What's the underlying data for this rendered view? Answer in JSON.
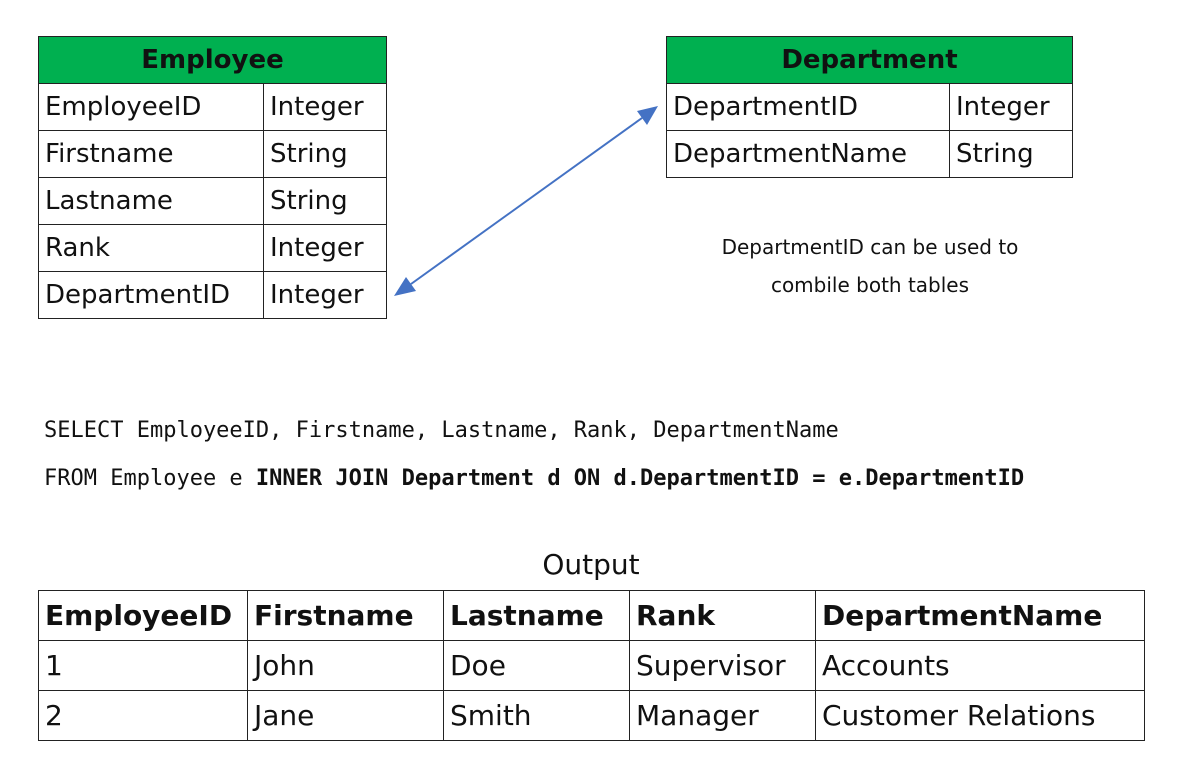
{
  "employee_table": {
    "title": "Employee",
    "rows": [
      {
        "field": "EmployeeID",
        "type": "Integer"
      },
      {
        "field": "Firstname",
        "type": "String"
      },
      {
        "field": "Lastname",
        "type": "String"
      },
      {
        "field": "Rank",
        "type": "Integer"
      },
      {
        "field": "DepartmentID",
        "type": "Integer"
      }
    ]
  },
  "department_table": {
    "title": "Department",
    "rows": [
      {
        "field": "DepartmentID",
        "type": "Integer"
      },
      {
        "field": "DepartmentName",
        "type": "String"
      }
    ]
  },
  "note": {
    "line1": "DepartmentID can be used to",
    "line2": "combile both tables"
  },
  "sql": {
    "line1": "SELECT EmployeeID, Firstname, Lastname, Rank, DepartmentName",
    "line2_plain": "FROM Employee e ",
    "line2_bold": "INNER JOIN Department d ON d.DepartmentID = e.DepartmentID"
  },
  "output": {
    "title": "Output",
    "headers": [
      "EmployeeID",
      "Firstname",
      "Lastname",
      "Rank",
      "DepartmentName"
    ],
    "rows": [
      [
        "1",
        "John",
        "Doe",
        "Supervisor",
        "Accounts"
      ],
      [
        "2",
        "Jane",
        "Smith",
        "Manager",
        "Customer Relations"
      ]
    ]
  },
  "colors": {
    "header_green": "#00b050",
    "arrow_blue": "#4472c4"
  }
}
